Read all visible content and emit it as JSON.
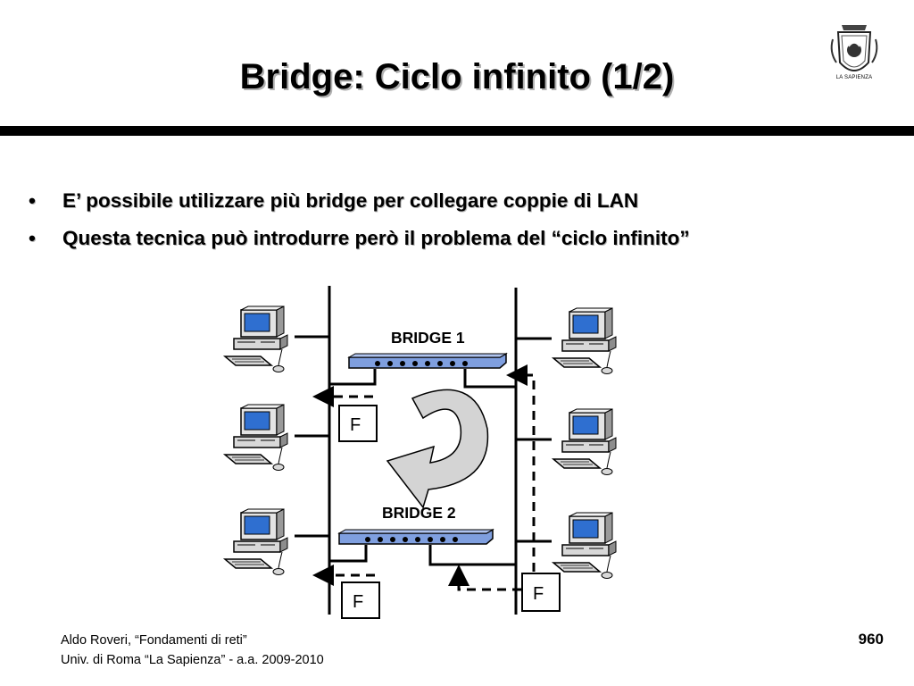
{
  "slide": {
    "title": "Bridge: Ciclo infinito (1/2)",
    "bullets": [
      "E’ possibile utilizzare più bridge per collegare coppie di LAN",
      "Questa tecnica può introdurre però il problema del “ciclo infinito”"
    ],
    "bullet_glyph": "•",
    "logo_text": "LA SAPIENZA"
  },
  "diagram": {
    "bridge_1_label": "BRIDGE 1",
    "bridge_2_label": "BRIDGE 2",
    "frame_label": "F",
    "port_count": 8
  },
  "footer": {
    "author": "Aldo Roveri, “Fondamenti di reti”",
    "institution": "Univ. di Roma “La Sapienza” - a.a. 2009-2010",
    "page_number": "960"
  },
  "colors": {
    "bridge_fill": "#7f9fdf",
    "computer_body": "#d8d8d8",
    "screen": "#2f6fd0",
    "loop_arrow": "#d4d4d4"
  }
}
